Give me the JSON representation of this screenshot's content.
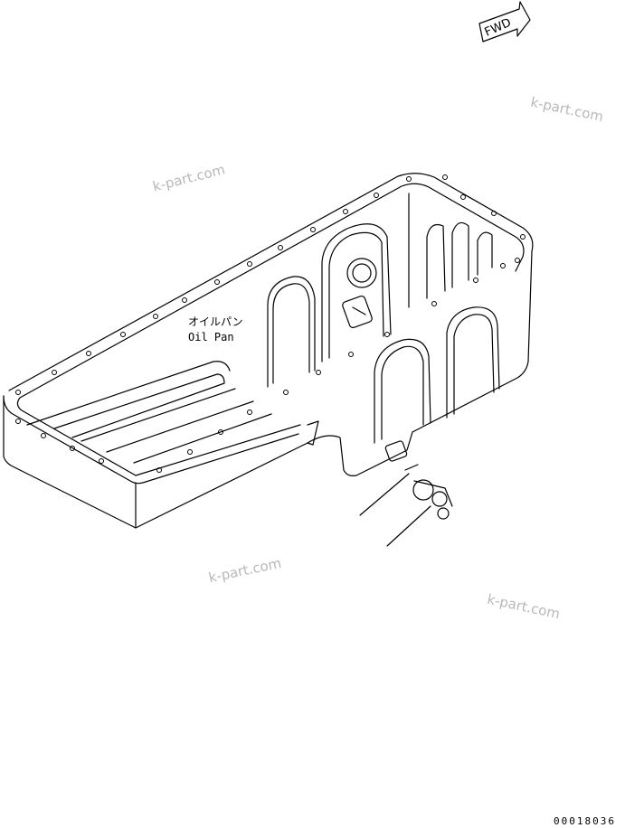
{
  "diagram": {
    "fwd_label": "FWD",
    "part_label_jp": "オイルパン",
    "part_label_en": "Oil Pan",
    "drawing_code": "00018036",
    "watermarks": [
      "k-part.com",
      "k-part.com",
      "k-part.com",
      "k-part.com"
    ]
  }
}
